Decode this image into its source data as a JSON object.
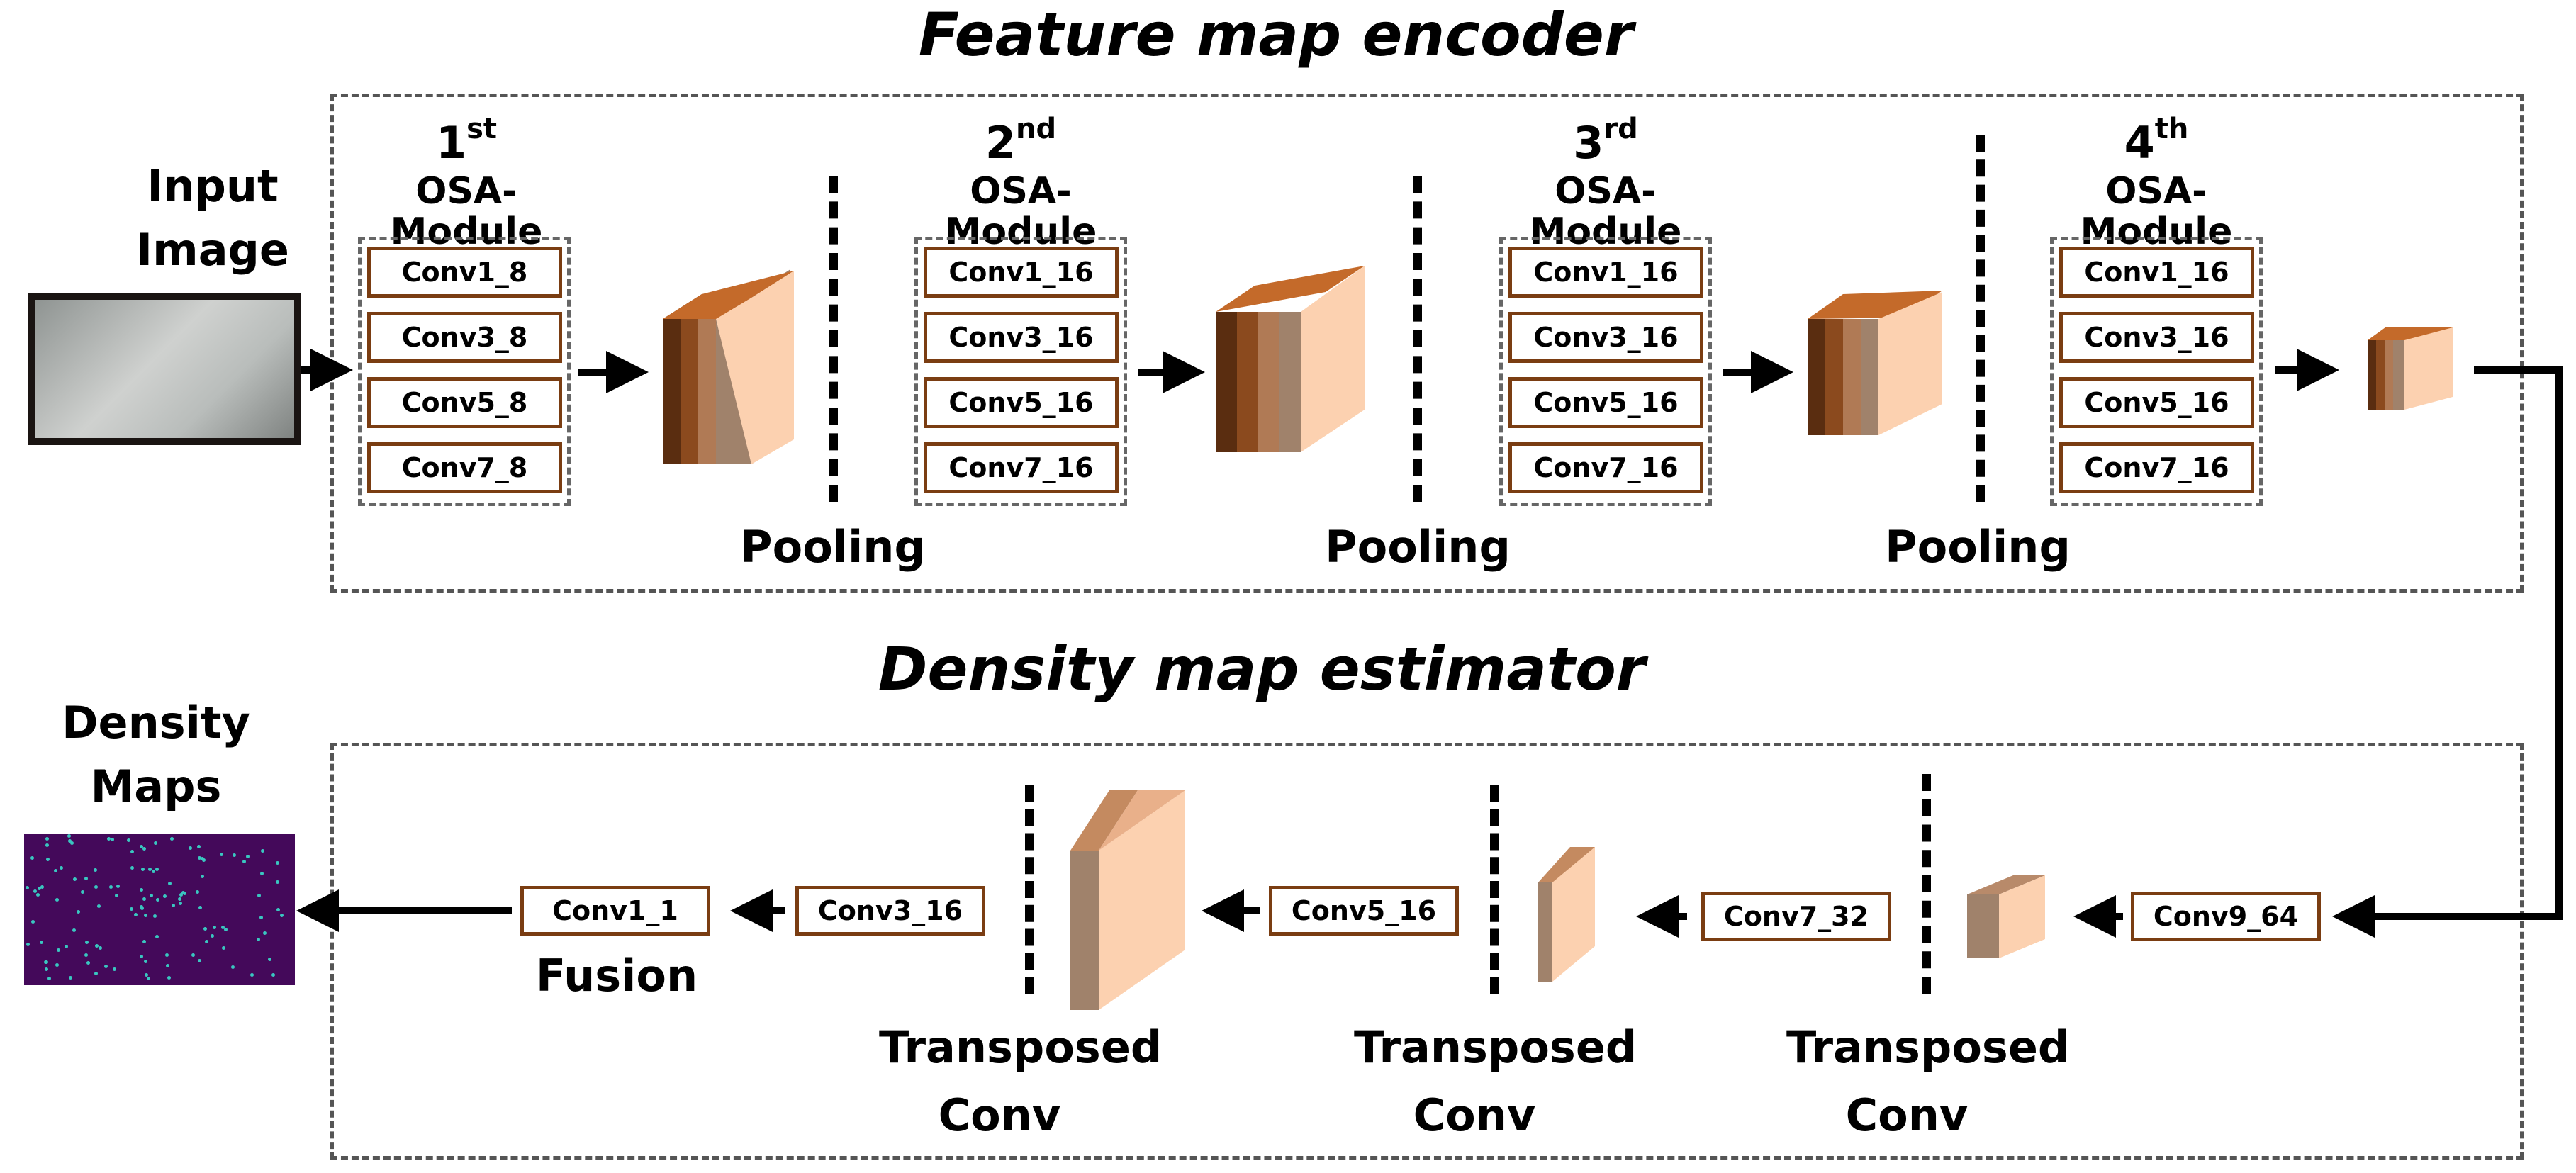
{
  "titles": {
    "encoder": "Feature map encoder",
    "estimator": "Density map estimator"
  },
  "input": {
    "label_line1": "Input",
    "label_line2": "Image"
  },
  "output": {
    "label_line1": "Density",
    "label_line2": "Maps"
  },
  "encoder": {
    "modules": [
      {
        "ordinal": "1",
        "suffix": "st",
        "name": "OSA-Module",
        "convs": [
          "Conv1_8",
          "Conv3_8",
          "Conv5_8",
          "Conv7_8"
        ]
      },
      {
        "ordinal": "2",
        "suffix": "nd",
        "name": "OSA-Module",
        "convs": [
          "Conv1_16",
          "Conv3_16",
          "Conv5_16",
          "Conv7_16"
        ]
      },
      {
        "ordinal": "3",
        "suffix": "rd",
        "name": "OSA-Module",
        "convs": [
          "Conv1_16",
          "Conv3_16",
          "Conv5_16",
          "Conv7_16"
        ]
      },
      {
        "ordinal": "4",
        "suffix": "th",
        "name": "OSA-Module",
        "convs": [
          "Conv1_16",
          "Conv3_16",
          "Conv5_16",
          "Conv7_16"
        ]
      }
    ],
    "pooling_labels": [
      "Pooling",
      "Pooling",
      "Pooling"
    ]
  },
  "decoder": {
    "convs": [
      "Conv9_64",
      "Conv7_32",
      "Conv5_16",
      "Conv3_16",
      "Conv1_1"
    ],
    "transposed": [
      {
        "line1": "Transposed",
        "line2": "Conv"
      },
      {
        "line1": "Transposed",
        "line2": "Conv"
      },
      {
        "line1": "Transposed",
        "line2": "Conv"
      }
    ],
    "fusion_label": "Fusion"
  },
  "colors": {
    "conv_border": "#7a3d12",
    "layer_dark": "#5a2d10",
    "layer_mid": "#8b4a1e",
    "layer_light": "#b07a55",
    "layer_grey": "#a0826b",
    "layer_front": "#fcd1b0",
    "density_bg": "#44095a",
    "density_dot": "#3ac6c0"
  }
}
